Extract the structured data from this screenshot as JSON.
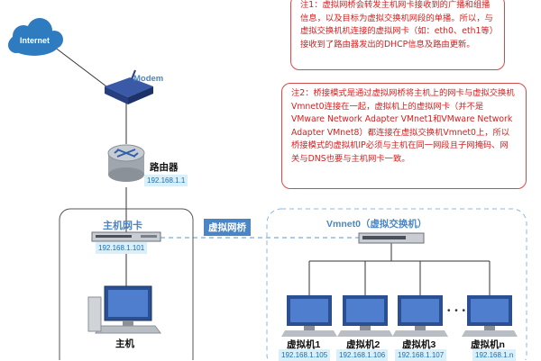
{
  "notes": {
    "note1": "注1：虚拟网桥会转发主机网卡接收到的广播和组播信息，以及目标为虚拟交换机网段的单播。所以，与虚拟交换机机连接的虚拟网卡（如：eth0、eth1等）接收到了路由器发出的DHCP信息及路由更新。",
    "note2": "注2：桥接模式是通过虚拟网桥将主机上的网卡与虚拟交换机Vmnet0连接在一起，虚拟机上的虚拟网卡（并不是VMware Network Adapter VMnet1和VMware Network Adapter VMnet8）都连接在虚拟交换机Vmnet0上，所以桥接模式的虚拟机IP必须与主机在同一网段且子网掩码、网关与DNS也要与主机网卡一致。"
  },
  "internet": {
    "label": "Internet"
  },
  "modem": {
    "label": "Modem"
  },
  "router": {
    "label": "路由器",
    "ip": "192.168.1.1"
  },
  "host": {
    "nic_label": "主机网卡",
    "nic_ip": "192.168.1.101",
    "pc_label": "主机"
  },
  "bridge": {
    "label": "虚拟网桥"
  },
  "vswitch": {
    "label": "Vmnet0（虚拟交换机）"
  },
  "vms": [
    {
      "label": "虚拟机1",
      "ip": "192.168.1.105"
    },
    {
      "label": "虚拟机2",
      "ip": "192.168.1.106"
    },
    {
      "label": "虚拟机3",
      "ip": "192.168.1.107"
    },
    {
      "label": "虚拟机n",
      "ip": "192.168.1.n"
    }
  ],
  "ellipsis": "• • •",
  "colors": {
    "note_text": "#d42020",
    "note_border": "#d84a4a",
    "cloud": "#2f7bbf",
    "label_blue": "#4a86c5",
    "ip_bg": "#d9f0fb",
    "dashed_line": "#7aaed8"
  }
}
